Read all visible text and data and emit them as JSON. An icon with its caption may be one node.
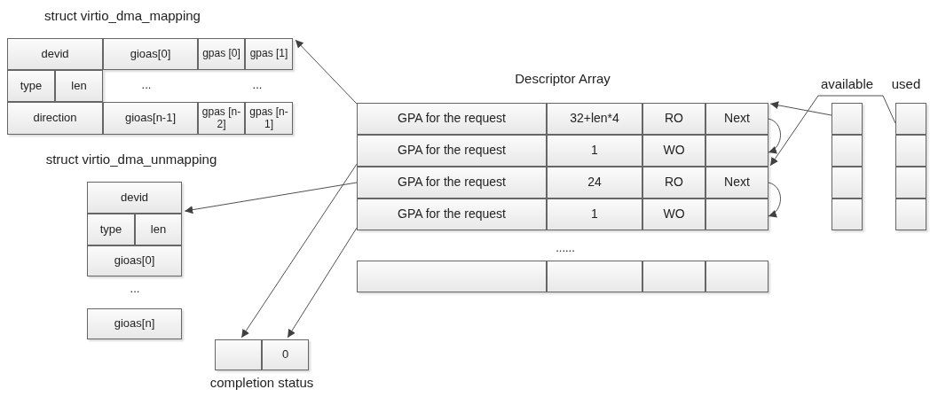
{
  "diagram": {
    "nodes": [
      {
        "text": [
          "struct virtio_dma_mapping"
        ]
      },
      {
        "text": [
          "devid"
        ],
        "in": 0
      },
      {
        "text": [
          "gioas[0]"
        ],
        "in": 0
      },
      {
        "text": [
          "gpas [0]"
        ],
        "in": 0
      },
      {
        "text": [
          "gpas [1]"
        ],
        "in": 0
      },
      {
        "text": [
          "type"
        ],
        "in": 0
      },
      {
        "text": [
          "len"
        ],
        "in": 0
      },
      {
        "text": [
          "direction"
        ],
        "in": 0
      },
      {
        "text": [
          "gioas[n-1]"
        ],
        "in": 0
      },
      {
        "text": [
          "gpas [n-2]"
        ],
        "in": 0
      },
      {
        "text": [
          "gpas [n-1]"
        ],
        "in": 0
      },
      {
        "text": [
          "Descriptor Array"
        ]
      },
      {
        "text": [
          "GPA for the request"
        ],
        "in": 11
      },
      {
        "text": [
          "32+len*4"
        ],
        "in": 11
      },
      {
        "text": [
          "RO"
        ],
        "in": 11
      },
      {
        "text": [
          "Next"
        ],
        "in": 11
      },
      {
        "text": [
          "GPA for the request"
        ],
        "in": 11
      },
      {
        "text": [
          "1"
        ],
        "in": 11
      },
      {
        "text": [
          "WO"
        ],
        "in": 11
      },
      {
        "text": [],
        "shape": "box",
        "in": 11
      },
      {
        "text": [
          "GPA for the request"
        ],
        "in": 11
      },
      {
        "text": [
          "24"
        ],
        "in": 11
      },
      {
        "text": [
          "RO"
        ],
        "in": 11
      },
      {
        "text": [
          "Next"
        ],
        "in": 11
      },
      {
        "text": [
          "GPA for the request"
        ],
        "in": 11
      },
      {
        "text": [
          "1"
        ],
        "in": 11
      },
      {
        "text": [
          "WO"
        ],
        "in": 11
      },
      {
        "text": [],
        "shape": "box",
        "in": 11
      },
      {
        "text": [],
        "shape": "box",
        "in": 11
      },
      {
        "text": [],
        "shape": "box",
        "in": 11
      },
      {
        "text": [],
        "shape": "box",
        "in": 11
      },
      {
        "text": [],
        "shape": "box",
        "in": 11
      },
      {
        "text": [
          "available"
        ]
      },
      {
        "text": [],
        "shape": "box",
        "in": 32
      },
      {
        "text": [],
        "shape": "box",
        "in": 32
      },
      {
        "text": [],
        "shape": "box",
        "in": 32
      },
      {
        "text": [],
        "shape": "box",
        "in": 32
      },
      {
        "text": [
          "used"
        ]
      },
      {
        "text": [],
        "shape": "box",
        "in": 37
      },
      {
        "text": [],
        "shape": "box",
        "in": 37
      },
      {
        "text": [],
        "shape": "box",
        "in": 37
      },
      {
        "text": [],
        "shape": "box",
        "in": 37
      },
      {
        "text": [
          "struct virtio_dma_unmapping"
        ]
      },
      {
        "text": [
          "devid"
        ],
        "in": 42
      },
      {
        "text": [
          "type"
        ],
        "in": 42
      },
      {
        "text": [
          "len"
        ],
        "in": 42
      },
      {
        "text": [
          "gioas[0]"
        ],
        "in": 42
      },
      {
        "text": [
          "gioas[n]"
        ]
      },
      {
        "text": [
          "completion status"
        ]
      },
      {
        "text": [],
        "shape": "box",
        "in": 48
      },
      {
        "text": [
          "0"
        ],
        "in": 48
      }
    ],
    "edges": [
      {
        "from": 12,
        "to": 0,
        "arrow": "to"
      },
      {
        "from": 15,
        "to": 19,
        "arrow": "to"
      },
      {
        "from": 23,
        "to": 27,
        "arrow": "to"
      },
      {
        "from": 33,
        "to": 15,
        "arrow": "to"
      },
      {
        "from": 38,
        "to": 23,
        "arrow": "to"
      },
      {
        "from": 20,
        "to": 42,
        "arrow": "to"
      },
      {
        "from": 16,
        "to": 49,
        "arrow": "to"
      },
      {
        "from": 24,
        "to": 50,
        "arrow": "to"
      }
    ],
    "labels": [
      "...",
      "...",
      "......",
      "..."
    ]
  }
}
